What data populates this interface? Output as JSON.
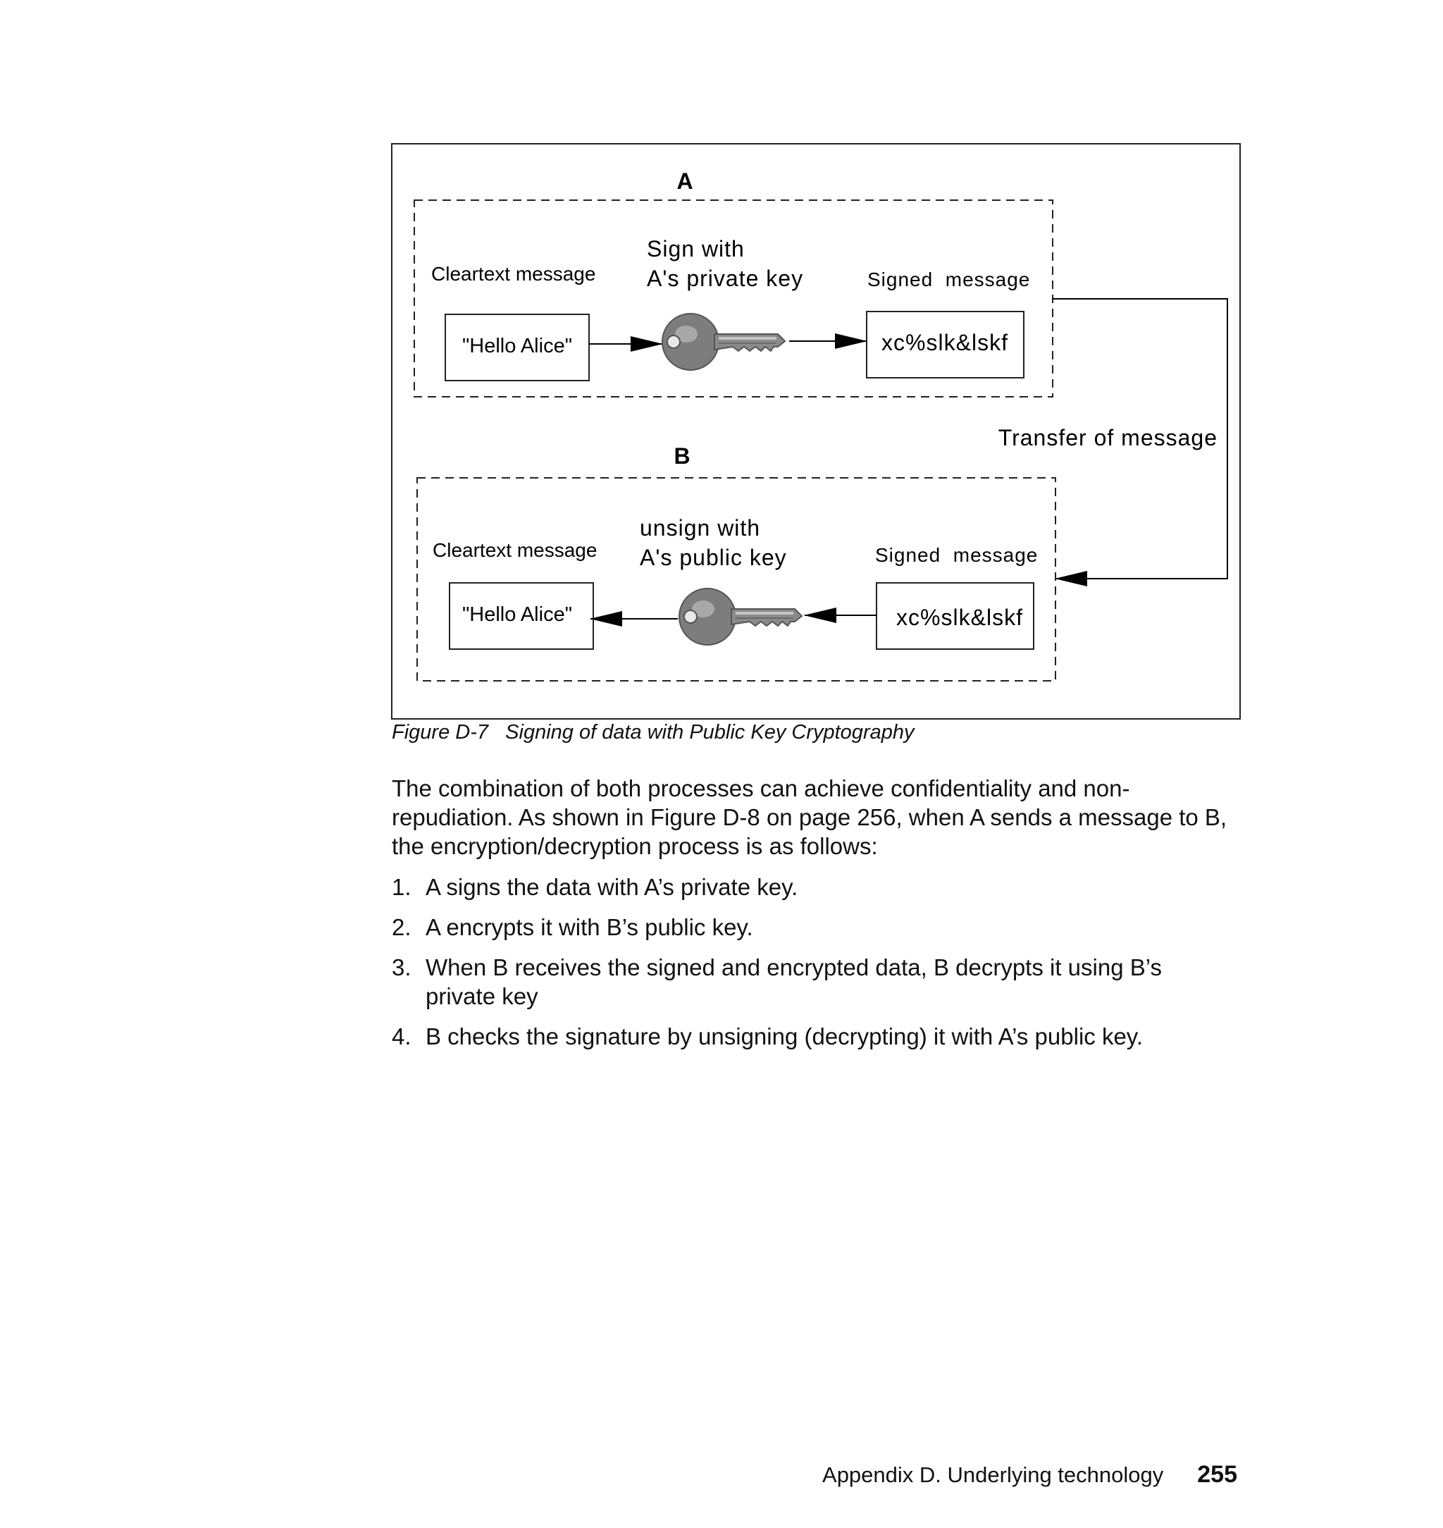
{
  "figure": {
    "panel_a": {
      "title": "A",
      "left_label": "Cleartext message",
      "key_label_line1": "Sign with",
      "key_label_line2": "A's private key",
      "right_label": "Signed  message",
      "left_box": "\"Hello Alice\"",
      "right_box": "xc%slk&lskf"
    },
    "panel_b": {
      "title": "B",
      "left_label": "Cleartext message",
      "key_label_line1": "unsign with",
      "key_label_line2": "A's public key",
      "right_label": "Signed  message",
      "left_box": "\"Hello Alice\"",
      "right_box": "xc%slk&lskf"
    },
    "transfer_label": "Transfer of message",
    "key_icon": "key-icon"
  },
  "caption": "Figure D-7   Signing of data with Public Key Cryptography",
  "paragraph": "The combination of both processes can achieve confidentiality and non-repudiation. As shown in Figure D-8 on page 256, when A sends a message to B, the encryption/decryption process is as follows:",
  "steps": [
    {
      "num": "1.",
      "text": "A signs the data with A’s private key."
    },
    {
      "num": "2.",
      "text": "A encrypts it with B’s public key."
    },
    {
      "num": "3.",
      "text": "When B receives the signed and encrypted data, B decrypts it using B’s private key"
    },
    {
      "num": "4.",
      "text": "B checks the signature by unsigning (decrypting) it with A’s public key."
    }
  ],
  "footer": {
    "section": "Appendix D. Underlying technology",
    "page_number": "255"
  }
}
